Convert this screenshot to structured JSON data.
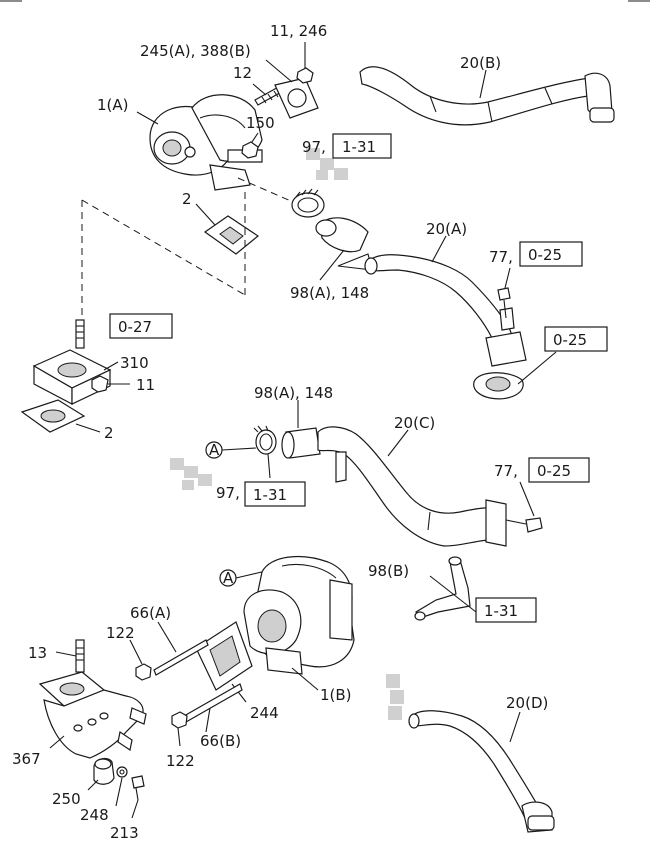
{
  "labels": {
    "l_11_246": "11, 246",
    "l_245_388": "245(A), 388(B)",
    "l_12": "12",
    "l_1a": "1(A)",
    "l_150": "150",
    "l_20b": "20(B)",
    "l_97_top": "97,",
    "l_2_top": "2",
    "l_20a": "20(A)",
    "l_77_top": "77,",
    "l_98a_148_top": "98(A), 148",
    "l_310": "310",
    "l_11": "11",
    "l_2_mid": "2",
    "l_98a_148_mid": "98(A), 148",
    "l_20c": "20(C)",
    "l_circle_a_1": "A",
    "l_77_mid": "77,",
    "l_97_mid": "97,",
    "l_98b": "98(B)",
    "l_circle_a_2": "A",
    "l_66a": "66(A)",
    "l_122_top": "122",
    "l_13": "13",
    "l_1b": "1(B)",
    "l_244": "244",
    "l_66b": "66(B)",
    "l_367": "367",
    "l_122_bot": "122",
    "l_20d": "20(D)",
    "l_250": "250",
    "l_248": "248",
    "l_213": "213"
  },
  "refs": {
    "ref_1_31_top": "1-31",
    "ref_0_25_top": "0-25",
    "ref_0_27": "0-27",
    "ref_0_25_mid": "0-25",
    "ref_1_31_mid": "1-31",
    "ref_0_25_right": "0-25",
    "ref_1_31_bot": "1-31"
  }
}
